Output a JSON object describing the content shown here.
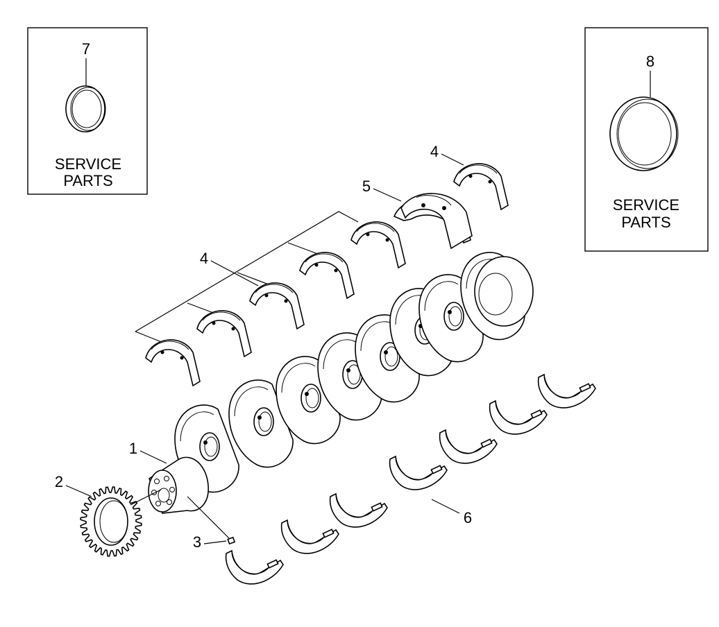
{
  "service_boxes": [
    {
      "id": "left",
      "part_number": "7",
      "line1": "SERVICE",
      "line2": "PARTS"
    },
    {
      "id": "right",
      "part_number": "8",
      "line1": "SERVICE",
      "line2": "PARTS"
    }
  ],
  "callouts": [
    {
      "id": "c1",
      "number": "1"
    },
    {
      "id": "c2",
      "number": "2"
    },
    {
      "id": "c3",
      "number": "3"
    },
    {
      "id": "c4a",
      "number": "4"
    },
    {
      "id": "c4b",
      "number": "4"
    },
    {
      "id": "c5",
      "number": "5"
    },
    {
      "id": "c6",
      "number": "6"
    }
  ]
}
